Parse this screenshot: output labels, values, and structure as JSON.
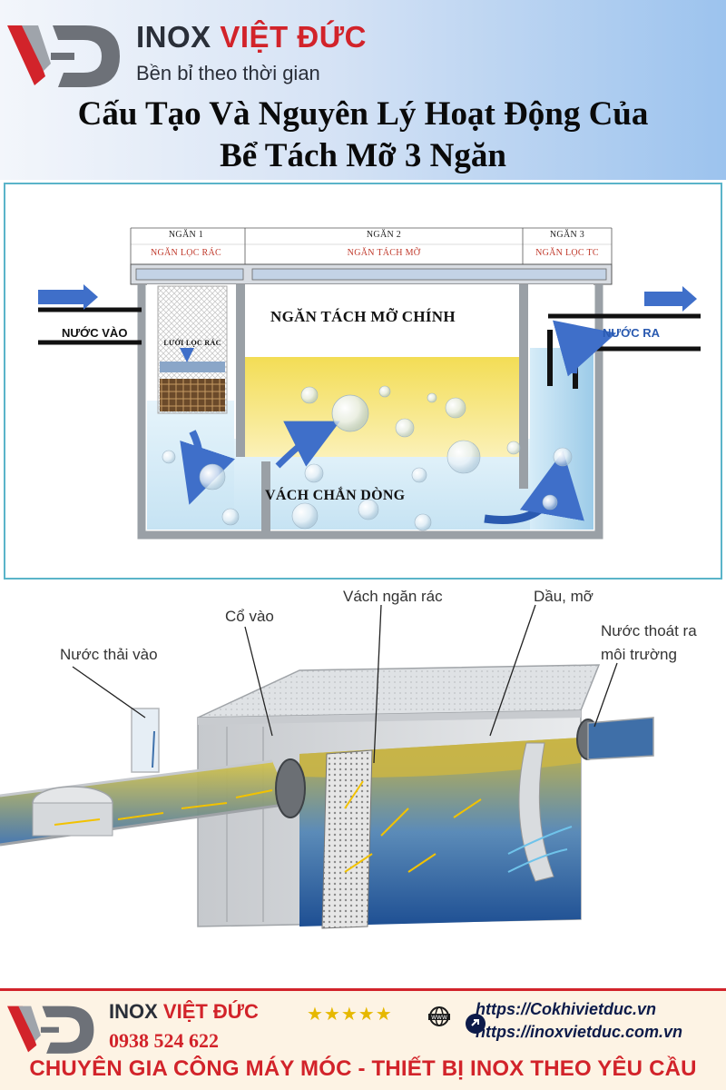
{
  "brand": {
    "name_part1": "INOX ",
    "name_part2": "VIỆT ĐỨC",
    "slogan": "Bền bỉ theo thời gian",
    "logo_letters": "VĐ"
  },
  "title": {
    "line1": "Cấu Tạo Và Nguyên Lý Hoạt Động Của",
    "line2": "Bể Tách Mỡ 3 Ngăn"
  },
  "diagram_top": {
    "compartments": [
      {
        "header": "NGĂN 1",
        "sub": "NGĂN LỌC RÁC"
      },
      {
        "header": "NGĂN 2",
        "sub": "NGĂN TÁCH MỠ"
      },
      {
        "header": "NGĂN 3",
        "sub": "NGĂN LỌC TC"
      }
    ],
    "main_label": "NGĂN TÁCH MỠ CHÍNH",
    "inlet_label": "NƯỚC VÀO",
    "outlet_label": "NƯỚC RA",
    "screen_label": "LƯỚI LỌC RÁC",
    "baffle_label": "VÁCH CHẮN DÒNG",
    "colors": {
      "water": "#d5ecf8",
      "grease": "#f5e27a",
      "arrow": "#3f6fc9",
      "border": "#5ab4c9"
    }
  },
  "diagram_3d": {
    "callouts": {
      "inlet_neck": "Cổ vào",
      "screen_wall": "Vách ngăn rác",
      "oil_grease": "Dầu, mỡ",
      "outlet_line1": "Nước thoát ra",
      "outlet_line2": "môi trường",
      "wastewater_in": "Nước thải vào"
    }
  },
  "footer": {
    "brand_part1": "INOX ",
    "brand_part2": "VIỆT ĐỨC",
    "stars": "★★★★★",
    "phone": "0938 524 622",
    "url1": "https://Cokhivietduc.vn",
    "url2": "https://inoxvietduc.com.vn",
    "tagline": "CHUYÊN GIA CÔNG MÁY MÓC - THIẾT BỊ INOX THEO YÊU CẦU",
    "icons": [
      "www-globe-icon",
      "link-icon"
    ]
  }
}
